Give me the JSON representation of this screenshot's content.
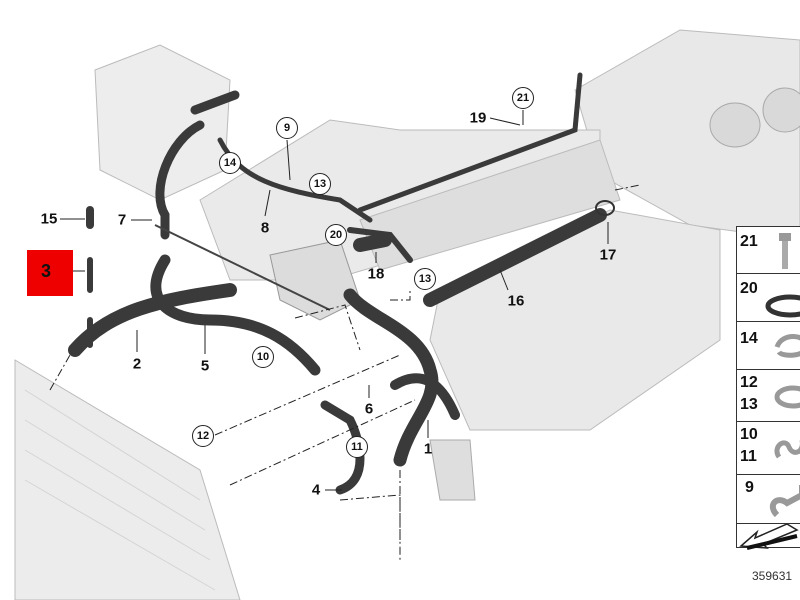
{
  "diagram_number": "359631",
  "highlighted_part": "3",
  "callouts": [
    "1",
    "2",
    "4",
    "5",
    "6",
    "7",
    "8",
    "15",
    "16",
    "17",
    "18",
    "19"
  ],
  "circled_callouts": [
    "9",
    "10",
    "11",
    "12",
    "13",
    "13",
    "14",
    "20",
    "21"
  ],
  "legend": [
    {
      "labels": [
        "21"
      ],
      "icon": "bolt-icon"
    },
    {
      "labels": [
        "20"
      ],
      "icon": "o-ring-icon"
    },
    {
      "labels": [
        "14"
      ],
      "icon": "spring-clamp-icon"
    },
    {
      "labels": [
        "12",
        "13"
      ],
      "icon": "hose-clamp-icon"
    },
    {
      "labels": [
        "10",
        "11"
      ],
      "icon": "clip-icon"
    },
    {
      "labels": [
        "9"
      ],
      "icon": "bracket-clip-icon"
    },
    {
      "labels": [],
      "icon": "direction-arrow-icon"
    }
  ],
  "colors": {
    "highlight": "#ee0000",
    "hose": "#3a3a3a",
    "engine": "#e6e6e6"
  }
}
